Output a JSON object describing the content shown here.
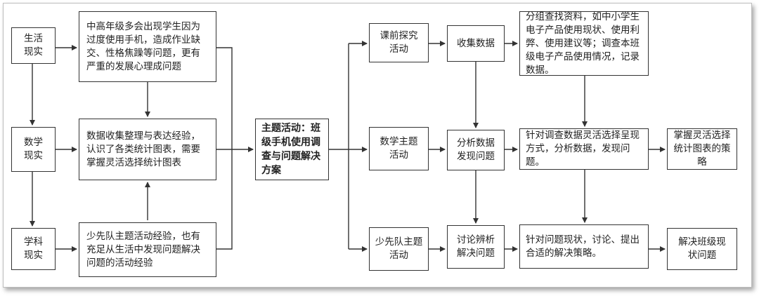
{
  "nodes": {
    "life": "生活现实",
    "math": "数学现实",
    "subject": "学科现实",
    "problem_text": "中高年级多会出现学生因为过度使用手机，造成作业缺交、性格焦躁等问题，更有严重的发展心理成问题",
    "data_text": "数据收集整理与表达经验，认识了各类统计图表，需要掌握灵活选择统计图表",
    "pioneer_text": "少先队主题活动经验，也有充足从生活中发现问题解决问题的活动经验",
    "center": "主题活动：班级手机使用调查与问题解决方案",
    "pre_activity": "课前探究活动",
    "math_activity": "数学主题活动",
    "pioneer_activity": "少先队主题活动",
    "collect": "收集数据",
    "analyze": "分析数据发现问题",
    "discuss": "讨论辨析解决问题",
    "collect_detail": "分组查找资料，如中小学生电子产品使用现状、使用利弊、使用建议等；调查本班级电子产品使用情况，记录数据。",
    "analyze_detail": "针对调查数据灵活选择呈现方式，分析数据，发现问题。",
    "discuss_detail": "针对问题现状，讨论、提出合适的解决策略。",
    "strategy": "掌握灵活选择统计图表的策略",
    "solve": "解决班级现状问题"
  }
}
